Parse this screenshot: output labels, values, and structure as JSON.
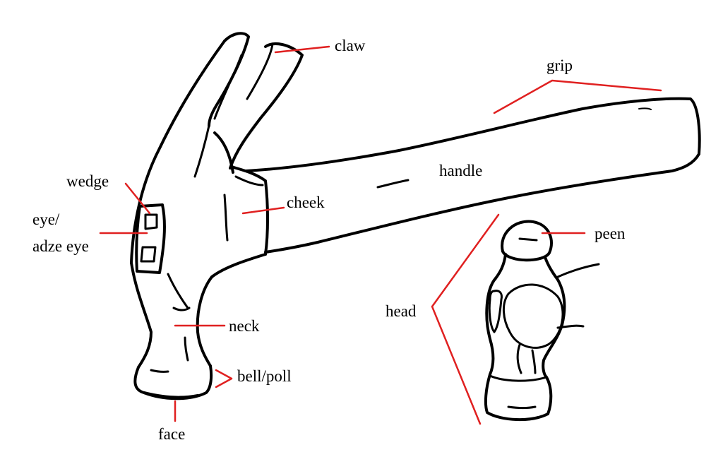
{
  "colors": {
    "ink": "#000000",
    "leader": "#e02020",
    "background": "#ffffff"
  },
  "labels": {
    "claw": "claw",
    "grip": "grip",
    "handle": "handle",
    "wedge": "wedge",
    "cheek": "cheek",
    "eye_line1": "eye/",
    "eye_line2": "adze eye",
    "peen": "peen",
    "head": "head",
    "neck": "neck",
    "bell_poll": "bell/poll",
    "face": "face"
  }
}
